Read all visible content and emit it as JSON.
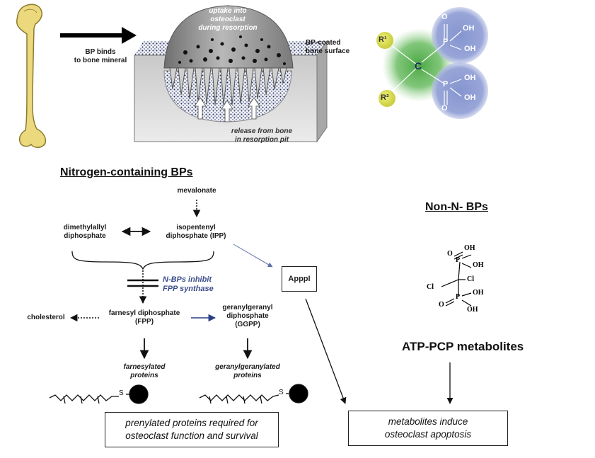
{
  "top": {
    "bp_binds_line1": "BP binds",
    "bp_binds_line2": "to bone mineral",
    "uptake_line1": "uptake into",
    "uptake_line2": "osteoclast",
    "uptake_line3": "during resorption",
    "bp_coated_line1": "BP-coated",
    "bp_coated_line2": "bone surface",
    "release_line1": "release from bone",
    "release_line2": "in resorption pit"
  },
  "molecule": {
    "r1": "R¹",
    "r2": "R²",
    "carbon": "C",
    "p_top": "P",
    "p_bottom": "P",
    "oh1": "OH",
    "oh2": "OH",
    "oh3": "OH",
    "oh4": "OH",
    "o_top": "O",
    "o_bottom": "O",
    "colors": {
      "green": "#5fb85a",
      "blue": "#8f9fd4",
      "yellow": "#dfe35a"
    }
  },
  "nbp": {
    "heading": "Nitrogen-containing BPs",
    "mevalonate": "mevalonate",
    "dmapp_line1": "dimethylallyl",
    "dmapp_line2": "diphosphate",
    "ipp_line1": "isopentenyl",
    "ipp_line2": "diphosphate (IPP)",
    "inhibit_line1": "N-BPs inhibit",
    "inhibit_line2": "FPP synthase",
    "cholesterol": "cholesterol",
    "fpp_line1": "farnesyl diphosphate",
    "fpp_line2": "(FPP)",
    "ggpp_line1": "geranylgeranyl",
    "ggpp_line2": "diphosphate",
    "ggpp_line3": "(GGPP)",
    "farn_line1": "farnesylated",
    "farn_line2": "proteins",
    "gg_line1": "geranylgeranylated",
    "gg_line2": "proteins",
    "s1": "S",
    "s2": "S",
    "box_line1": "prenylated proteins required for",
    "box_line2": "osteoclast function and survival"
  },
  "appi": {
    "label": "ApppI"
  },
  "non_n": {
    "heading": "Non-N- BPs",
    "oh1": "OH",
    "oh2": "OH",
    "oh3": "OH",
    "oh4": "OH",
    "o1": "O",
    "o2": "O",
    "p1": "P",
    "p2": "P",
    "cl1": "Cl",
    "cl2": "Cl",
    "atp": "ATP-PCP metabolites",
    "box_line1": "metabolites induce",
    "box_line2": "osteoclast apoptosis"
  }
}
